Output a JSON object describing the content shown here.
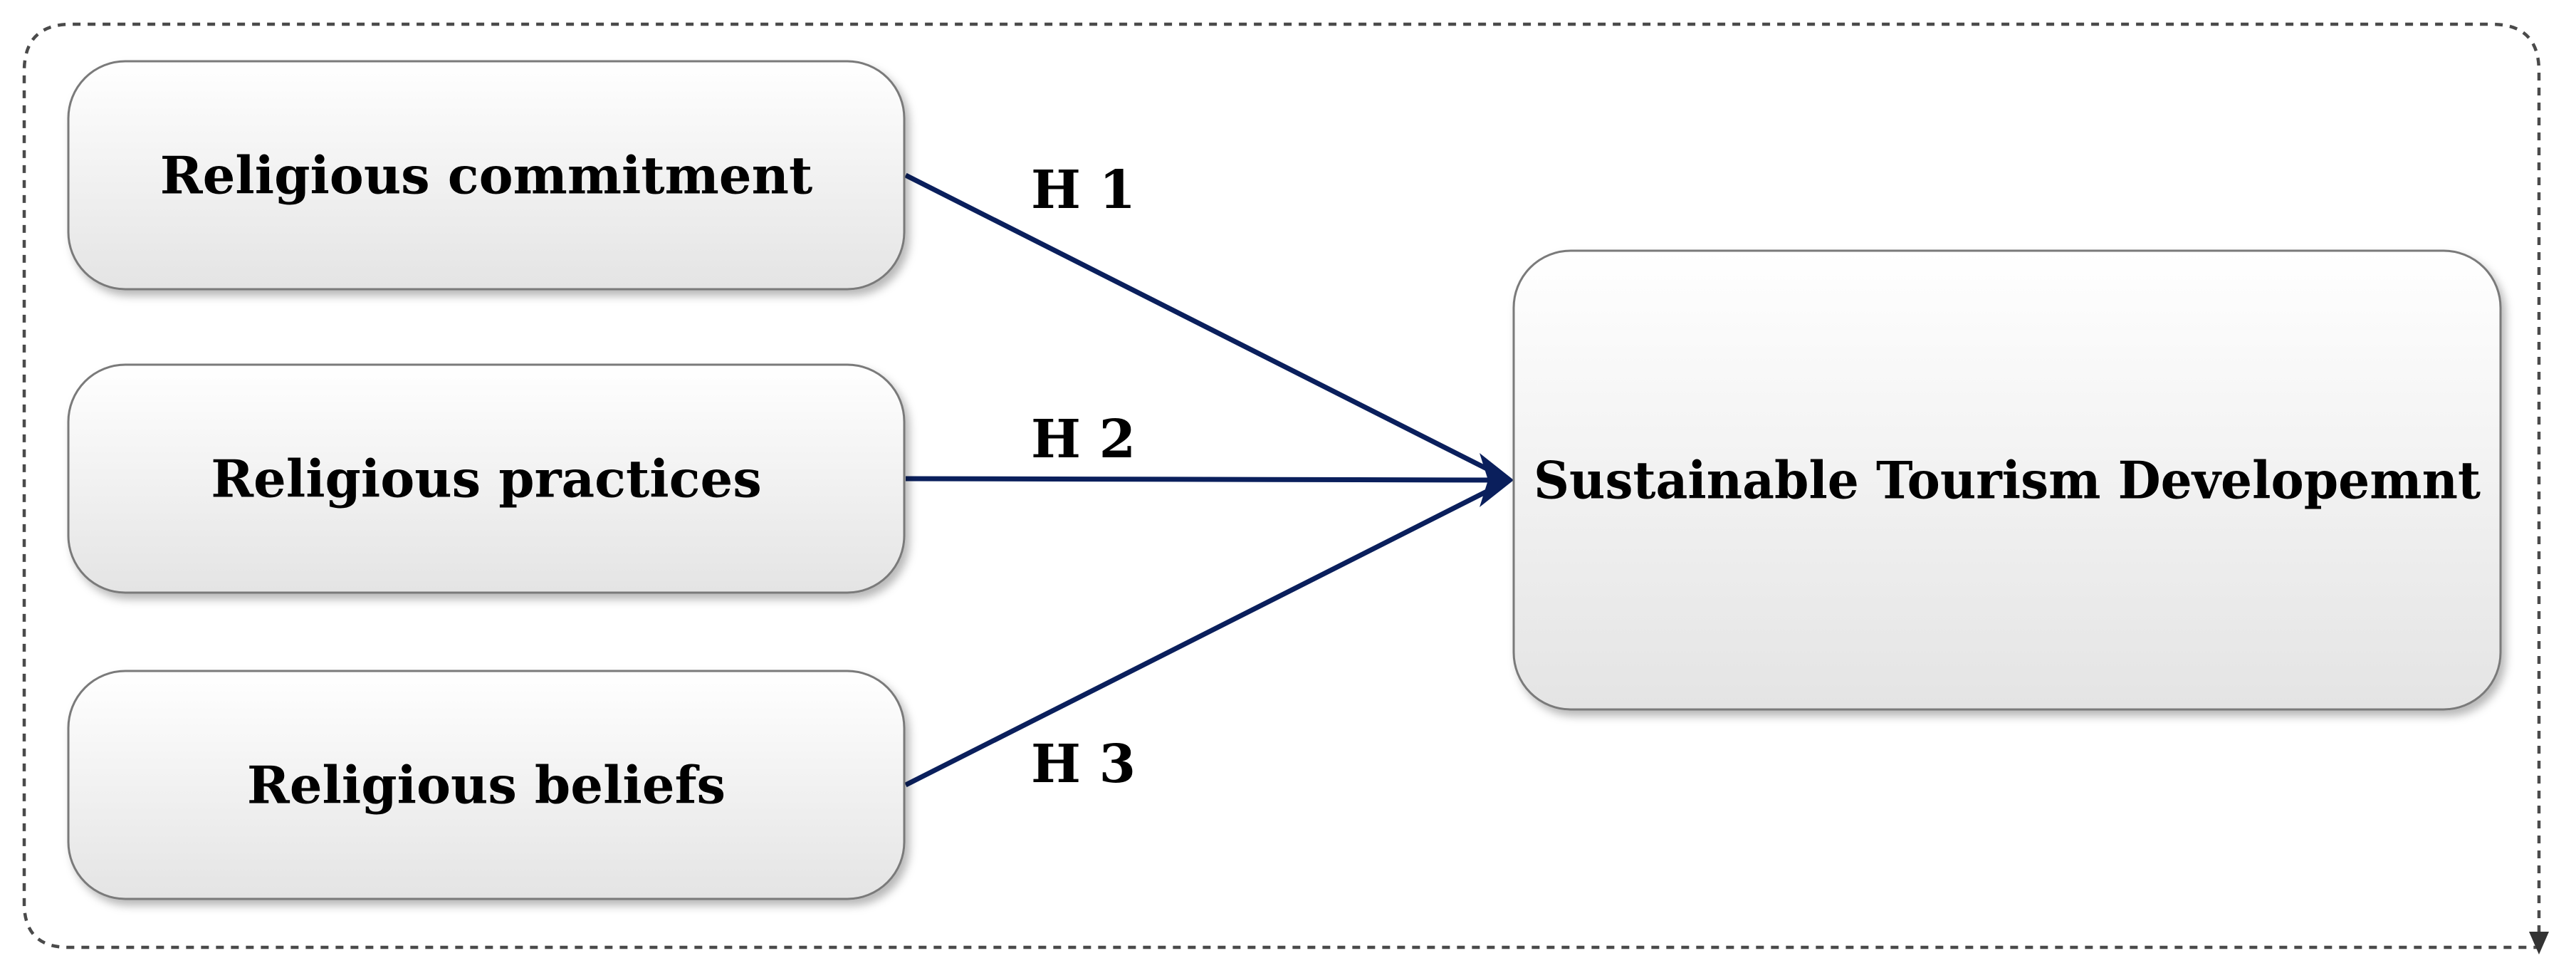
{
  "diagram": {
    "colors": {
      "arrow": "#0a1f5c",
      "box_border": "#7a7a7a",
      "frame_border": "#4a4a4a",
      "box_fill_top": "#ffffff",
      "box_fill_bottom": "#e6e6e6",
      "text": "#000000"
    },
    "nodes": {
      "religious_commitment": "Religious commitment",
      "religious_practices": "Religious practices",
      "religious_beliefs": "Religious beliefs",
      "sustainable_tourism": "Sustainable Tourism Developemnt"
    },
    "edges": [
      {
        "from": "religious_commitment",
        "to": "sustainable_tourism",
        "label": "H 1"
      },
      {
        "from": "religious_practices",
        "to": "sustainable_tourism",
        "label": "H 2"
      },
      {
        "from": "religious_beliefs",
        "to": "sustainable_tourism",
        "label": "H 3"
      }
    ]
  }
}
